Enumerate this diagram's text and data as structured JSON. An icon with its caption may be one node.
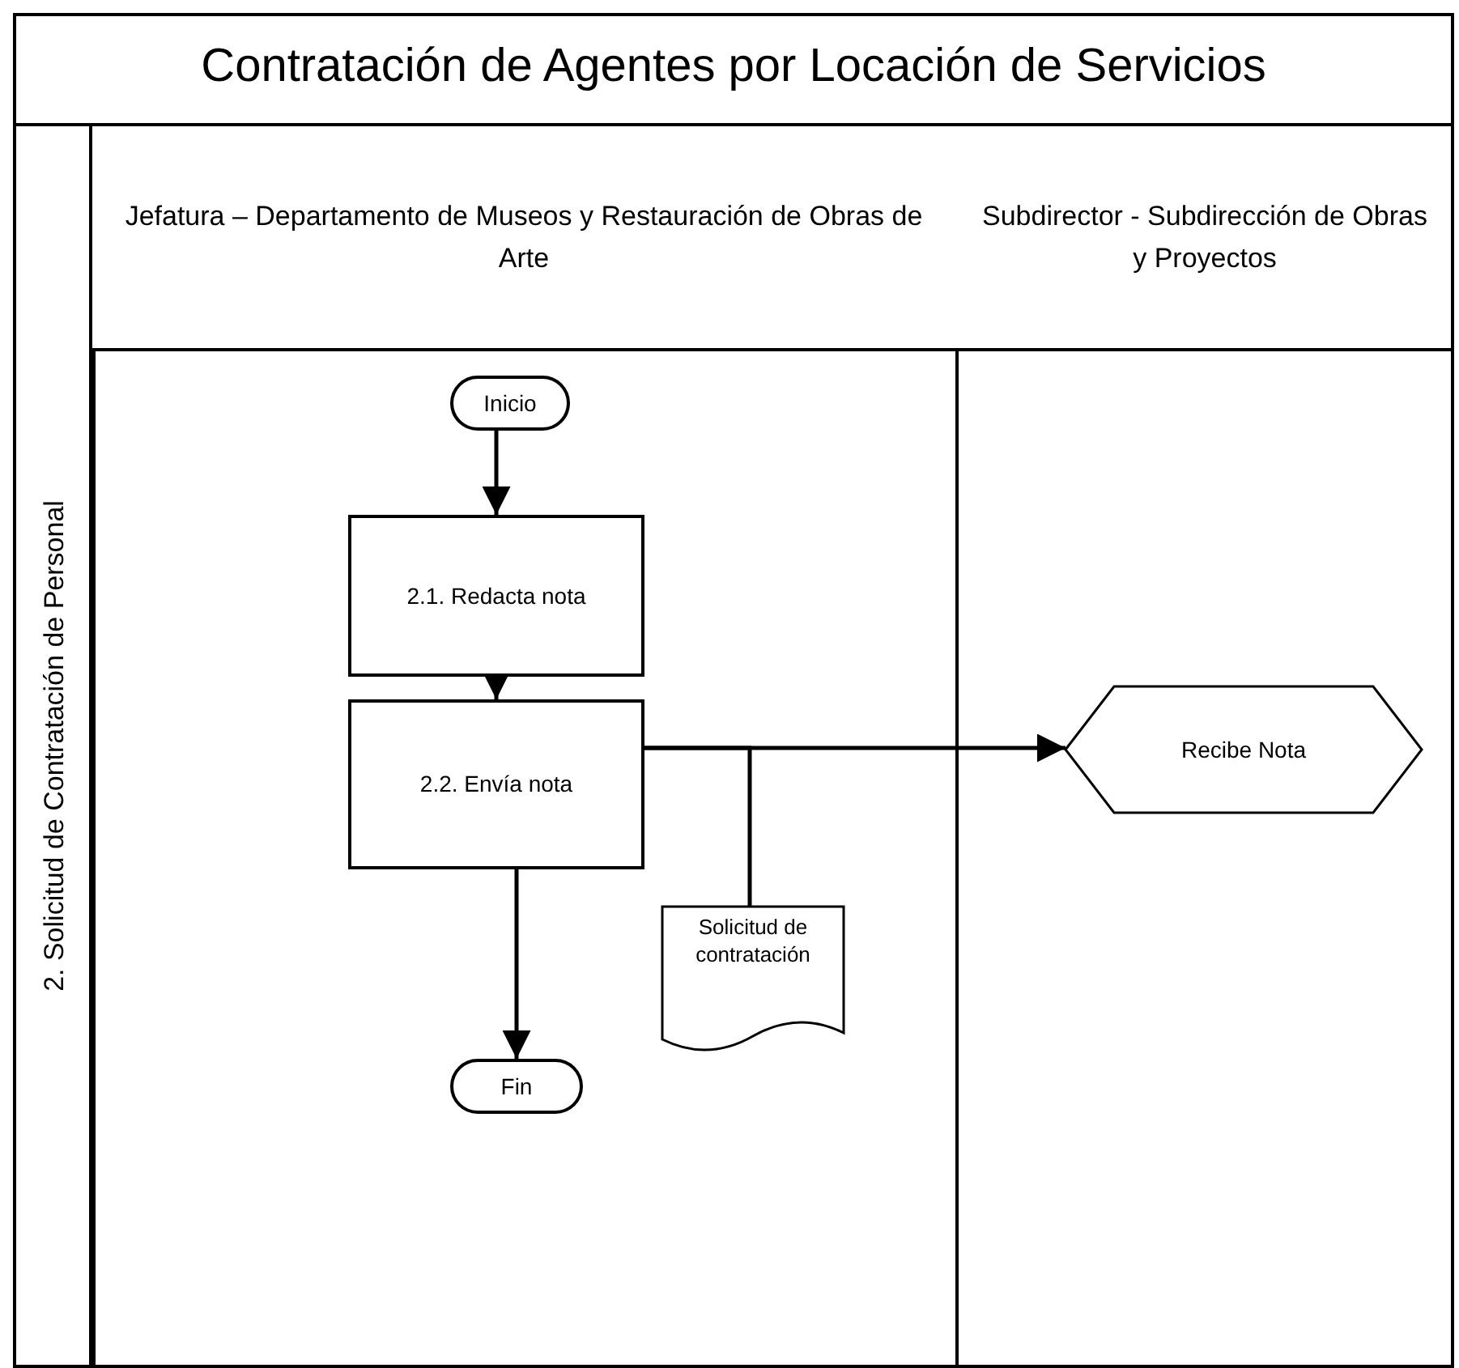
{
  "diagram": {
    "title": "Contratación de Agentes por Locación de Servicios",
    "nodes": [
      {
        "text": [
          "2. Solicitud de Contratación de Personal"
        ]
      },
      {
        "text": [
          "Jefatura – Departamento de Museos y Restauración de Obras de Arte"
        ]
      },
      {
        "text": [
          "Subdirector - Subdirección de Obras y Proyectos"
        ]
      },
      {
        "text": [
          "Inicio"
        ]
      },
      {
        "text": [
          "2.1. Redacta nota"
        ]
      },
      {
        "text": [
          "2.2. Envía nota"
        ]
      },
      {
        "text": [
          "Solicitud de contratación"
        ]
      },
      {
        "text": [
          "Fin"
        ]
      },
      {
        "text": [
          "Recibe Nota"
        ]
      }
    ],
    "edges": [
      {
        "from": 3,
        "to": 4,
        "arrow": "to"
      },
      {
        "from": 4,
        "to": 5,
        "arrow": "to"
      },
      {
        "from": 5,
        "to": 8,
        "arrow": "to"
      },
      {
        "from": 5,
        "to": 6,
        "arrow": "none"
      },
      {
        "from": 5,
        "to": 7,
        "arrow": "to"
      }
    ]
  }
}
